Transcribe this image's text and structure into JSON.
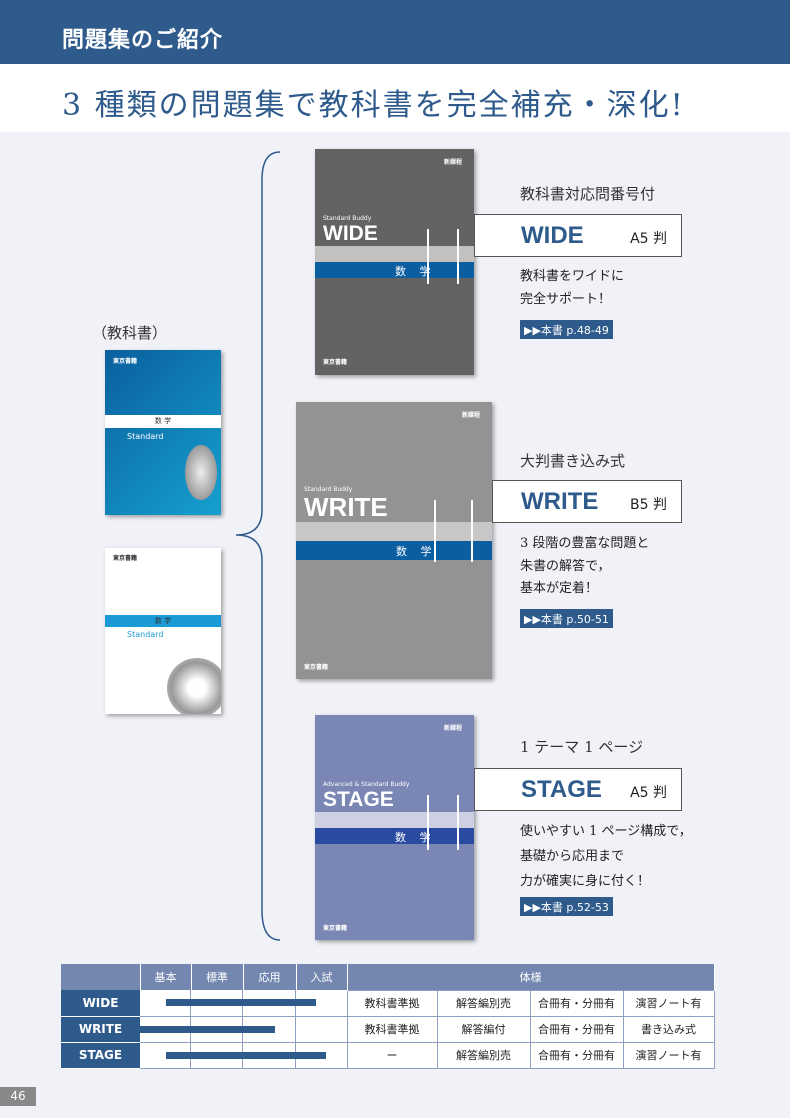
{
  "header": {
    "section": "問題集のご紹介",
    "title": "3 種類の問題集で教科書を完全補充・深化!"
  },
  "textbook": {
    "label": "（教科書）",
    "publisher": "東京書籍",
    "subject": "数 学",
    "series": "Standard"
  },
  "books": [
    {
      "heading": "教科書対応問番号付",
      "name": "WIDE",
      "size": "A5 判",
      "desc": [
        "教科書をワイドに",
        "完全サポート！"
      ],
      "ref": "▶▶本書 p.48-49",
      "series": "Standard Buddy",
      "subject": "数 学",
      "badge": "新課程",
      "publisher": "東京書籍",
      "color": "#636363"
    },
    {
      "heading": "大判書き込み式",
      "name": "WRITE",
      "size": "B5 判",
      "desc": [
        "3 段階の豊富な問題と",
        "朱書の解答で，",
        "基本が定着！"
      ],
      "ref": "▶▶本書 p.50-51",
      "series": "Standard Buddy",
      "subject": "数 学",
      "badge": "新課程",
      "publisher": "東京書籍",
      "color": "#939393"
    },
    {
      "heading": "1 テーマ 1 ページ",
      "name": "STAGE",
      "size": "A5 判",
      "desc": [
        "使いやすい 1 ページ構成で，",
        "基礎から応用まで",
        "力が確実に身に付く！"
      ],
      "ref": "▶▶本書 p.52-53",
      "series": "Advanced & Standard Buddy",
      "subject": "数 学",
      "badge": "新課程",
      "publisher": "東京書籍",
      "color": "#7a86b4"
    }
  ],
  "table": {
    "levels": [
      "基本",
      "標準",
      "応用",
      "入試"
    ],
    "spec_header": "体様",
    "rows": [
      {
        "name": "WIDE",
        "range": [
          0.5,
          3.4
        ],
        "specs": [
          "教科書準拠",
          "解答編別売",
          "合冊有・分冊有",
          "演習ノート有"
        ]
      },
      {
        "name": "WRITE",
        "range": [
          0,
          2.6
        ],
        "specs": [
          "教科書準拠",
          "解答編付",
          "合冊有・分冊有",
          "書き込み式"
        ]
      },
      {
        "name": "STAGE",
        "range": [
          0.5,
          3.6
        ],
        "specs": [
          "ー",
          "解答編別売",
          "合冊有・分冊有",
          "演習ノート有"
        ]
      }
    ]
  },
  "page_number": "46"
}
